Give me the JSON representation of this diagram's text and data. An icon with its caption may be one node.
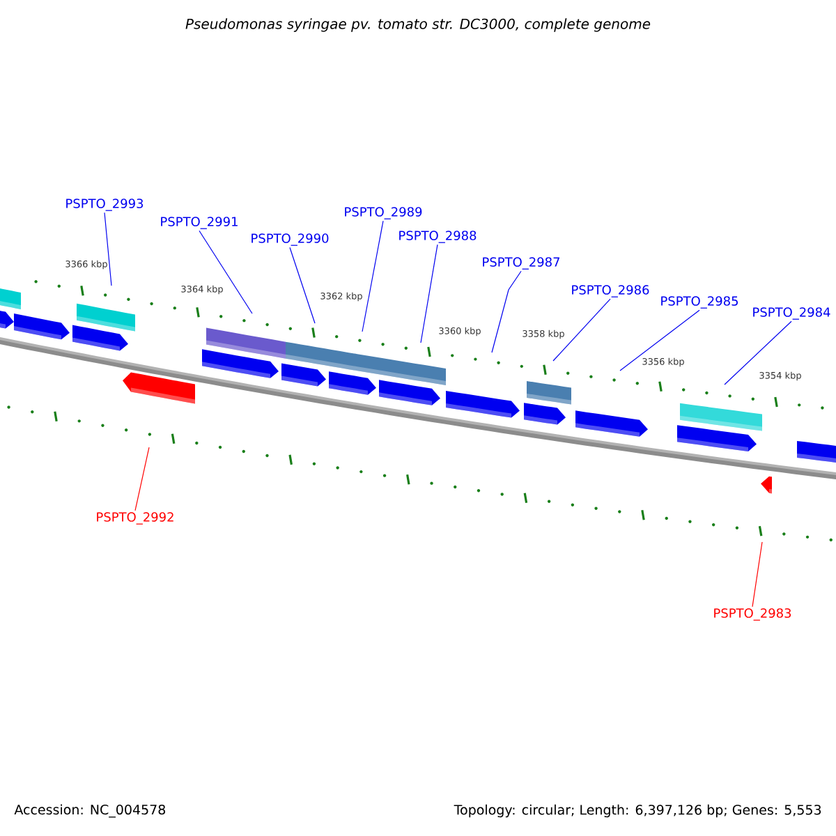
{
  "diagram": {
    "title": "Pseudomonas syringae pv. tomato str. DC3000, complete genome",
    "nodes": [
      {
        "text": [
          "PSPTO_2993"
        ]
      },
      {
        "text": [
          "PSPTO_2991"
        ]
      },
      {
        "text": [
          "PSPTO_2990"
        ]
      },
      {
        "text": [
          "PSPTO_2989"
        ]
      },
      {
        "text": [
          "PSPTO_2988"
        ]
      },
      {
        "text": [
          "PSPTO_2987"
        ]
      },
      {
        "text": [
          "PSPTO_2986"
        ]
      },
      {
        "text": [
          "PSPTO_2985"
        ]
      },
      {
        "text": [
          "PSPTO_2984"
        ]
      },
      {
        "text": [
          "PSPTO_2992"
        ]
      },
      {
        "text": [
          "PSPTO_2983"
        ]
      }
    ],
    "edges": [
      {
        "from": 0,
        "to": null,
        "arrow": "none"
      },
      {
        "from": 1,
        "to": null,
        "arrow": "none"
      },
      {
        "from": 2,
        "to": null,
        "arrow": "none"
      },
      {
        "from": 3,
        "to": null,
        "arrow": "none"
      },
      {
        "from": 4,
        "to": null,
        "arrow": "none"
      },
      {
        "from": 5,
        "to": null,
        "arrow": "none"
      },
      {
        "from": 6,
        "to": null,
        "arrow": "none"
      },
      {
        "from": 7,
        "to": null,
        "arrow": "none"
      },
      {
        "from": 8,
        "to": null,
        "arrow": "none"
      },
      {
        "from": 9,
        "to": null,
        "arrow": "none",
        "color": "#ff0000"
      },
      {
        "from": 10,
        "to": null,
        "arrow": "none",
        "color": "#ff0000"
      }
    ],
    "labels": [
      "3366 kbp",
      "3364 kbp",
      "3362 kbp",
      "3360 kbp",
      "3358 kbp",
      "3356 kbp",
      "3354 kbp",
      "Accession: NC_004578",
      "Topology: circular; Length: 6,397,126 bp; Genes: 5,553"
    ]
  }
}
